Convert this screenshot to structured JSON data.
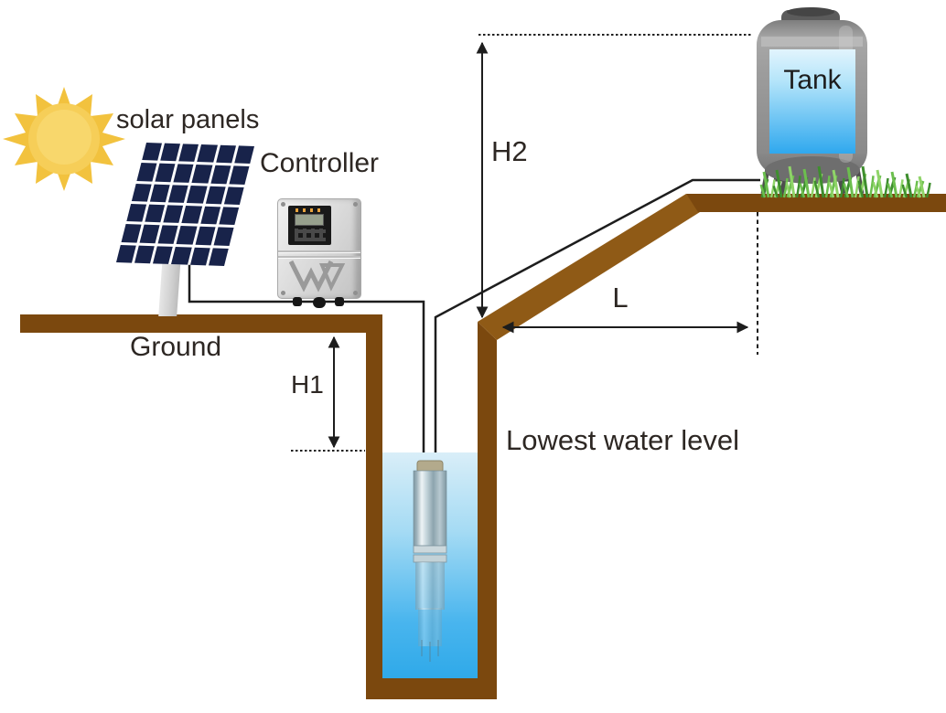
{
  "labels": {
    "solar_panels": "solar panels",
    "controller": "Controller",
    "ground": "Ground",
    "h1": "H1",
    "h2": "H2",
    "length": "L",
    "lowest_water_level": "Lowest water level",
    "tank": "Tank"
  },
  "colors": {
    "ground_brown": "#7b480e",
    "slope_brown": "#8f5a16",
    "water_top": "#d9eef8",
    "water_deep": "#2fa9e9",
    "sun_yellow": "#f2c23e",
    "panel_navy": "#18234a",
    "tank_window_blue": "#2fa8ee",
    "line_black": "#1d1d1d",
    "grass_green": "#4f9b35"
  }
}
